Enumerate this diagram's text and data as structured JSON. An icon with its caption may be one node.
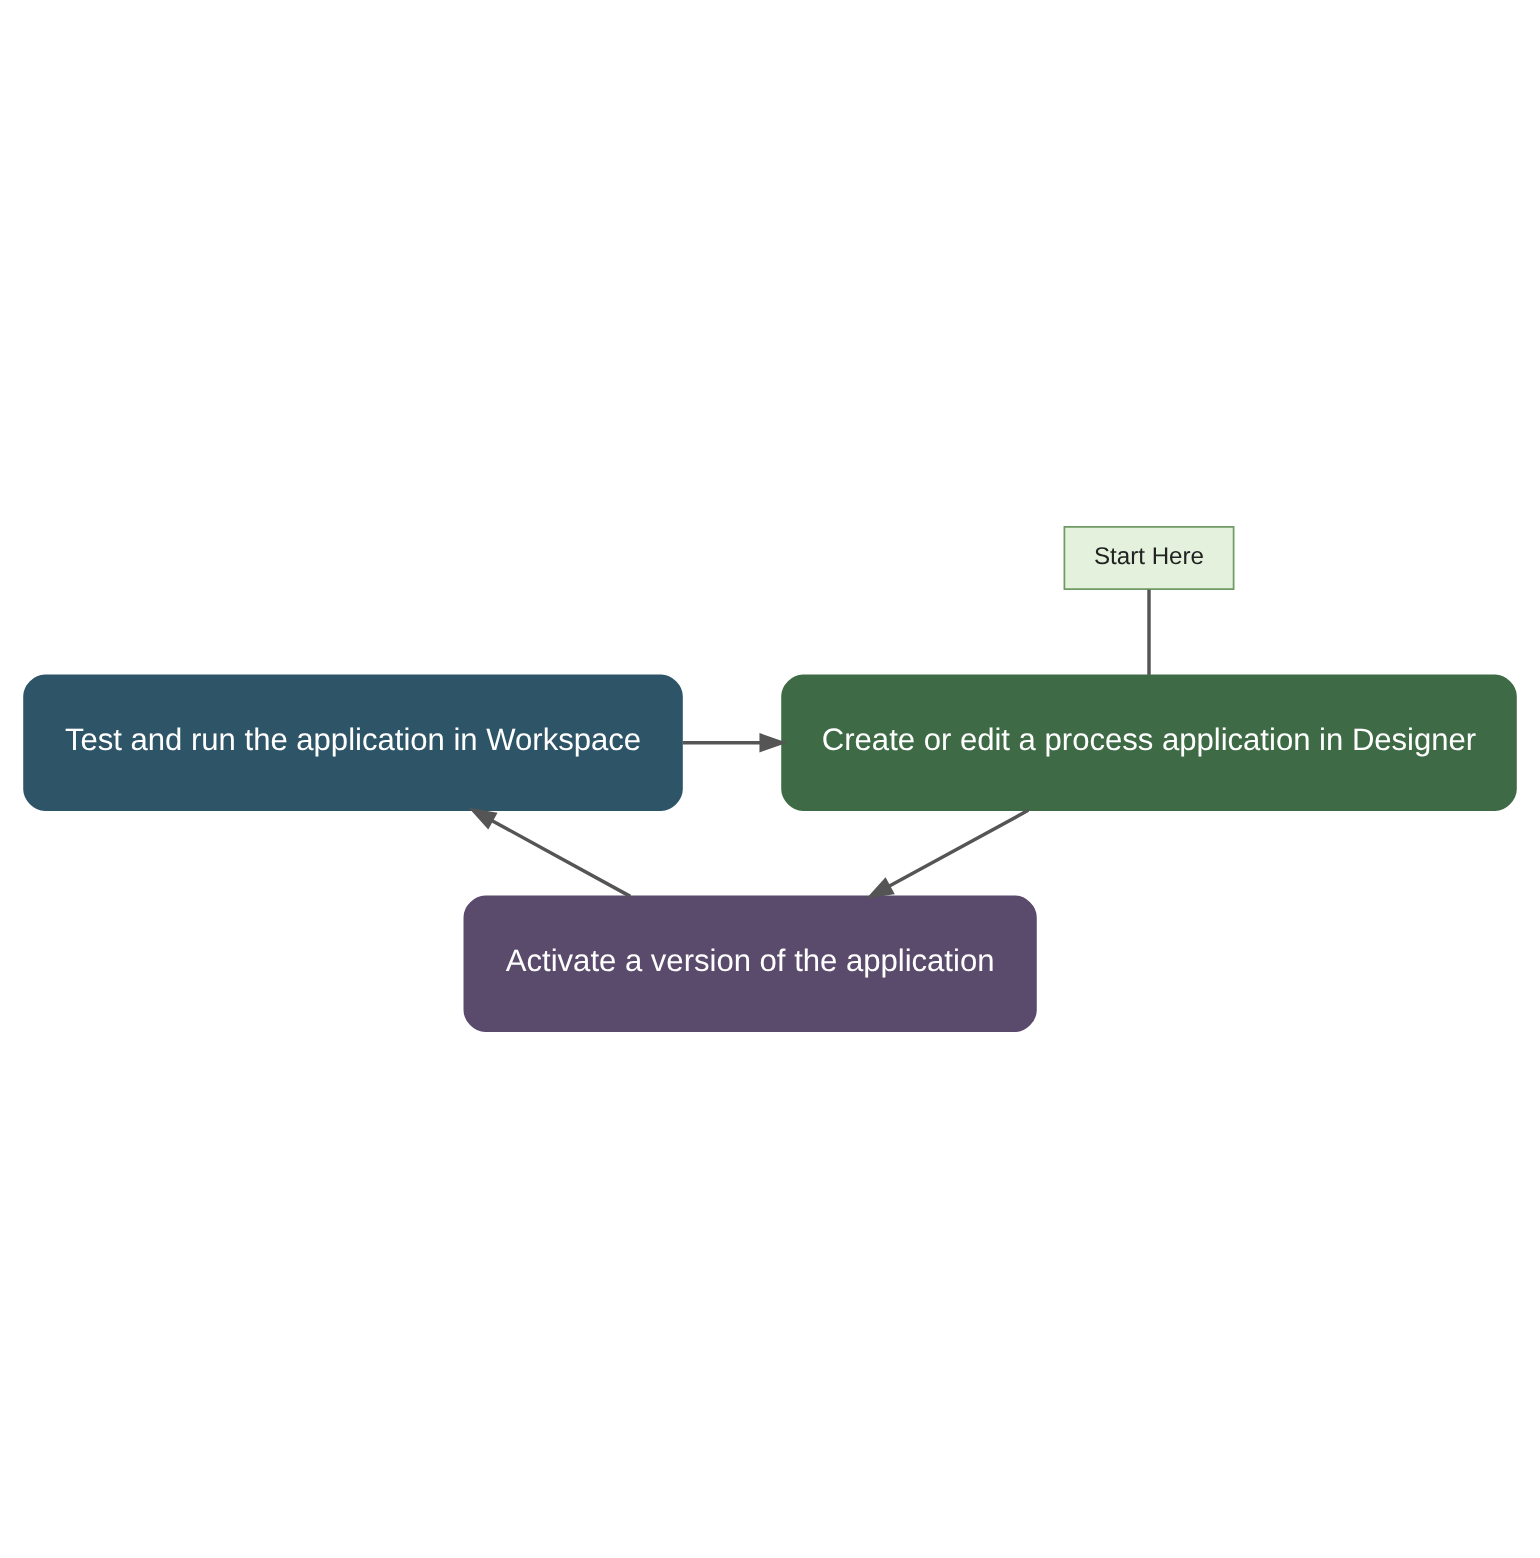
{
  "diagram": {
    "nodes": [
      {
        "text": [
          "Test and run the application in Workspace"
        ]
      },
      {
        "text": [
          "Start Here"
        ]
      },
      {
        "text": [
          "Create or edit a process application in Designer"
        ]
      },
      {
        "text": [
          "Activate a version of the application"
        ]
      }
    ],
    "edges": [
      {
        "from": 0,
        "to": 2,
        "arrow": "to"
      },
      {
        "from": 2,
        "to": 3,
        "arrow": "to"
      },
      {
        "from": 3,
        "to": 0,
        "arrow": "to"
      },
      {
        "from": 1,
        "to": 2,
        "arrow": "none"
      }
    ]
  }
}
